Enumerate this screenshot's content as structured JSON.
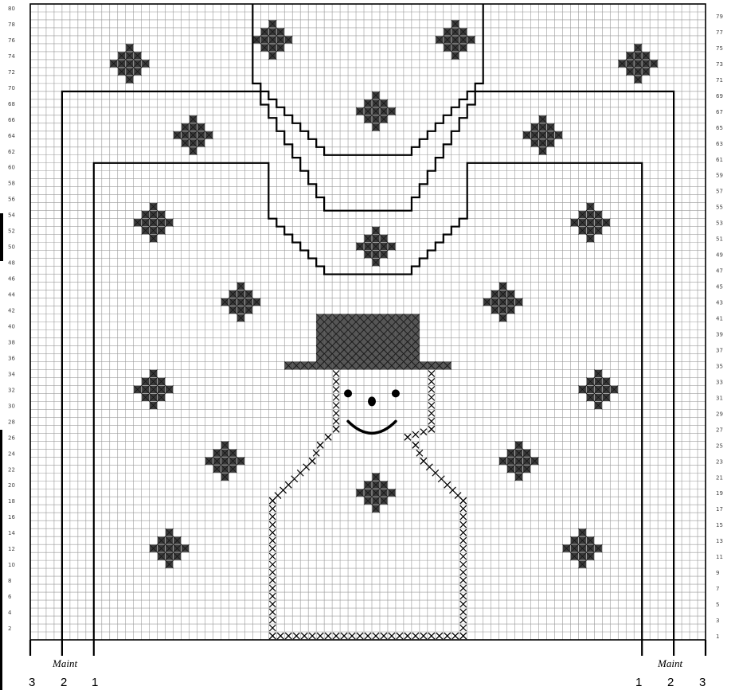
{
  "row_labels_left": [
    "80",
    "78",
    "76",
    "74",
    "72",
    "70",
    "68",
    "66",
    "64",
    "62",
    "60",
    "58",
    "56",
    "54",
    "52",
    "50",
    "48",
    "46",
    "44",
    "42",
    "40",
    "38",
    "36",
    "34",
    "32",
    "30",
    "28",
    "26",
    "24",
    "22",
    "20",
    "18",
    "16",
    "14",
    "12",
    "10",
    "8",
    "6",
    "4",
    "2"
  ],
  "row_labels_right": [
    "79",
    "77",
    "75",
    "73",
    "71",
    "69",
    "67",
    "65",
    "63",
    "61",
    "59",
    "57",
    "55",
    "53",
    "51",
    "49",
    "47",
    "45",
    "43",
    "41",
    "39",
    "37",
    "35",
    "33",
    "31",
    "29",
    "27",
    "25",
    "23",
    "21",
    "19",
    "17",
    "15",
    "13",
    "11",
    "9",
    "7",
    "5",
    "3",
    "1"
  ],
  "maint_left": "Maint",
  "maint_right": "Maint",
  "size_labels_left": [
    "3",
    "2",
    "1"
  ],
  "size_labels_right": [
    "1",
    "2",
    "3"
  ],
  "colors": {
    "grid": "#9a9a9a",
    "ink": "#000000",
    "motif": "#3a3a3a",
    "background": "#ffffff"
  },
  "motifs": [
    "snowflake",
    "snowman",
    "top-hat"
  ]
}
